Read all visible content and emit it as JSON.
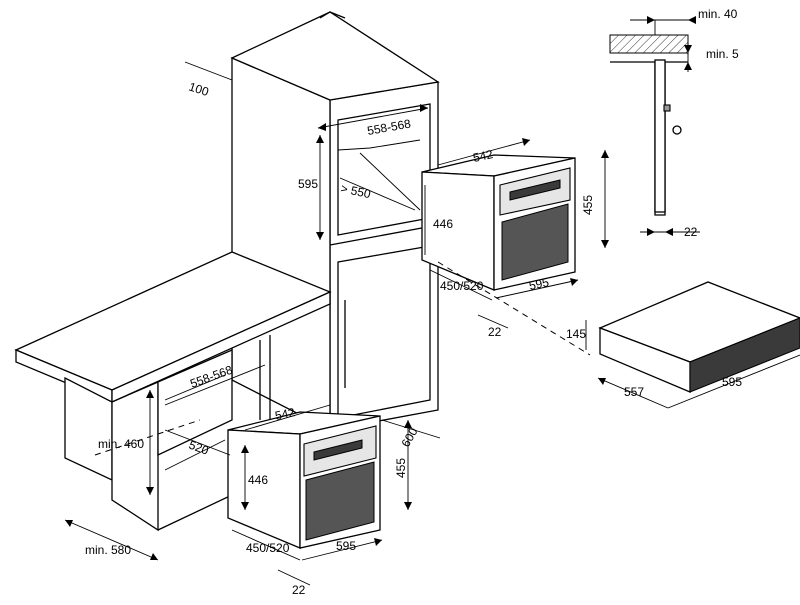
{
  "labels": {
    "gap_top": "100",
    "niche_width_top": "558-568",
    "niche_height_top": "595",
    "niche_depth_top": "> 550",
    "oven_top_depth": "542",
    "oven_top_front_height": "446",
    "oven_top_height": "455",
    "oven_top_side": "450/520",
    "oven_top_width": "595",
    "oven_top_offset": "22",
    "niche_width_bottom": "558-568",
    "min_depth_bottom": "min. 460",
    "bottom_gap": "520",
    "oven_bottom_depth": "542",
    "oven_bottom_front_height": "446",
    "oven_bottom_height": "455",
    "oven_bottom_side": "450/520",
    "oven_bottom_width": "595",
    "oven_bottom_offset": "22",
    "cabinet_depth": "600",
    "counter_min": "min. 580",
    "drawer_height": "145",
    "drawer_depth": "557",
    "drawer_width": "595",
    "detail_min40": "min. 40",
    "detail_min5": "min. 5",
    "detail_22": "22"
  }
}
